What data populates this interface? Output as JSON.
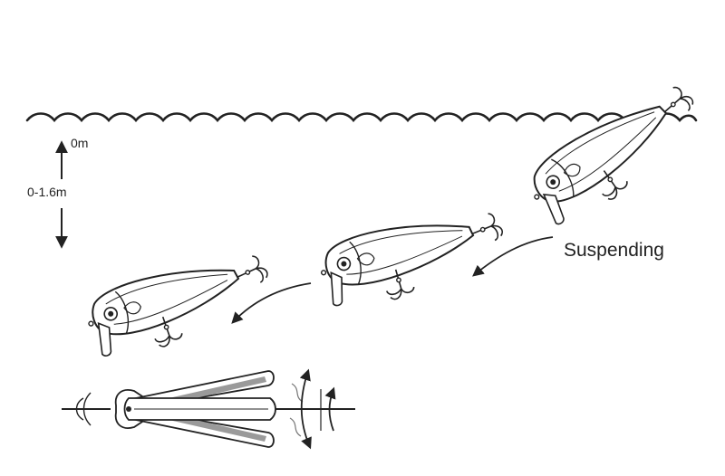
{
  "depth": {
    "top_label": "0m",
    "range_label": "0-1.6m"
  },
  "behavior_label": "Suspending",
  "colors": {
    "line": "#222222",
    "body_fill": "#ffffff",
    "shade": "#9a9a9a"
  },
  "icons": {
    "lure": "minnow-lure-icon",
    "hook": "treble-hook-icon",
    "arrow": "curved-arrow-icon",
    "wave": "water-surface-icon"
  }
}
